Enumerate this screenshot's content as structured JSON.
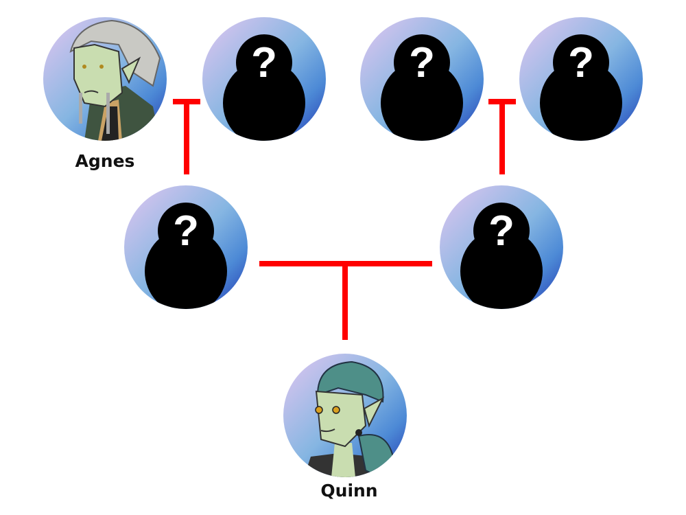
{
  "tree": {
    "line_color": "#ff0000",
    "people": [
      {
        "id": "agnes",
        "name": "Agnes",
        "known": true
      },
      {
        "id": "unknown-1",
        "name": "",
        "known": false,
        "icon": "unknown-person-icon"
      },
      {
        "id": "unknown-2",
        "name": "",
        "known": false,
        "icon": "unknown-person-icon"
      },
      {
        "id": "unknown-3",
        "name": "",
        "known": false,
        "icon": "unknown-person-icon"
      },
      {
        "id": "unknown-4",
        "name": "",
        "known": false,
        "icon": "unknown-person-icon"
      },
      {
        "id": "unknown-5",
        "name": "",
        "known": false,
        "icon": "unknown-person-icon"
      },
      {
        "id": "quinn",
        "name": "Quinn",
        "known": true
      }
    ],
    "question_mark": "?"
  }
}
